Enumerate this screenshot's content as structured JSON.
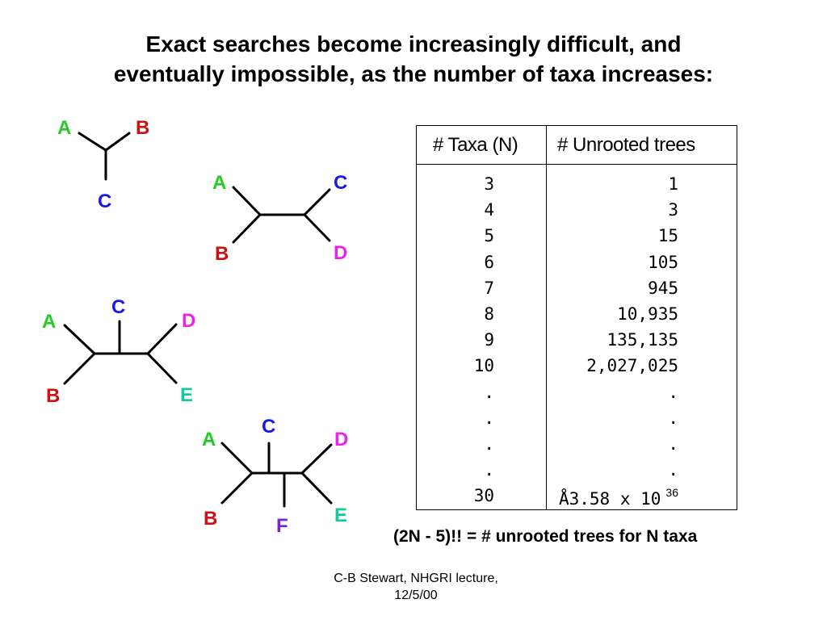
{
  "title": {
    "line1": "Exact searches become increasingly difficult, and",
    "line2": "eventually impossible, as the number of taxa increases:"
  },
  "colors": {
    "A": "#22cc22",
    "B": "#cc1111",
    "C": "#1a1ae6",
    "D": "#ee22ee",
    "E": "#11cc99",
    "F": "#7a22cc"
  },
  "trees": [
    {
      "taxa": 3,
      "labels": {
        "A": "A",
        "B": "B",
        "C": "C"
      }
    },
    {
      "taxa": 4,
      "labels": {
        "A": "A",
        "B": "B",
        "C": "C",
        "D": "D"
      }
    },
    {
      "taxa": 5,
      "labels": {
        "A": "A",
        "B": "B",
        "C": "C",
        "D": "D",
        "E": "E"
      }
    },
    {
      "taxa": 6,
      "labels": {
        "A": "A",
        "B": "B",
        "C": "C",
        "D": "D",
        "E": "E",
        "F": "F"
      }
    }
  ],
  "table": {
    "headers": [
      "# Taxa (N)",
      "# Unrooted trees"
    ],
    "rows": [
      {
        "n": "3",
        "trees": "1"
      },
      {
        "n": "4",
        "trees": "3"
      },
      {
        "n": "5",
        "trees": "15"
      },
      {
        "n": "6",
        "trees": "105"
      },
      {
        "n": "7",
        "trees": "945"
      },
      {
        "n": "8",
        "trees": "10,935"
      },
      {
        "n": "9",
        "trees": "135,135"
      },
      {
        "n": "10",
        "trees": "2,027,025"
      },
      {
        "n": ".",
        "trees": "."
      },
      {
        "n": ".",
        "trees": "."
      },
      {
        "n": ".",
        "trees": "."
      },
      {
        "n": ".",
        "trees": "."
      },
      {
        "n": "30",
        "trees": "Å3.58 x 10",
        "exp": "36"
      }
    ]
  },
  "formula": "(2N - 5)!! = # unrooted trees for N taxa",
  "footer": {
    "line1": "C-B Stewart, NHGRI lecture,",
    "line2": "12/5/00"
  }
}
